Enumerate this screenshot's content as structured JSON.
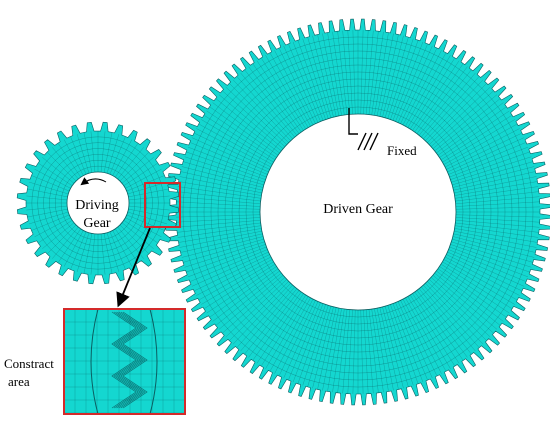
{
  "colors": {
    "mesh_fill": "#14d7d0",
    "mesh_line": "#0a5f62",
    "highlight_box": "#d42a2a",
    "annotation": "#000000",
    "background": "#ffffff"
  },
  "labels": {
    "driving_gear_line1": "Driving",
    "driving_gear_line2": "Gear",
    "driven_gear": "Driven Gear",
    "fixed": "Fixed",
    "contact_line1": "Constract",
    "contact_line2": "area"
  },
  "icons": {
    "rotation": "curved-arrow-icon",
    "fixed_support": "ground-hatch-icon",
    "pointer": "arrow-icon"
  },
  "gears": {
    "driving": {
      "teeth": 32
    },
    "driven": {
      "teeth": 112
    }
  }
}
